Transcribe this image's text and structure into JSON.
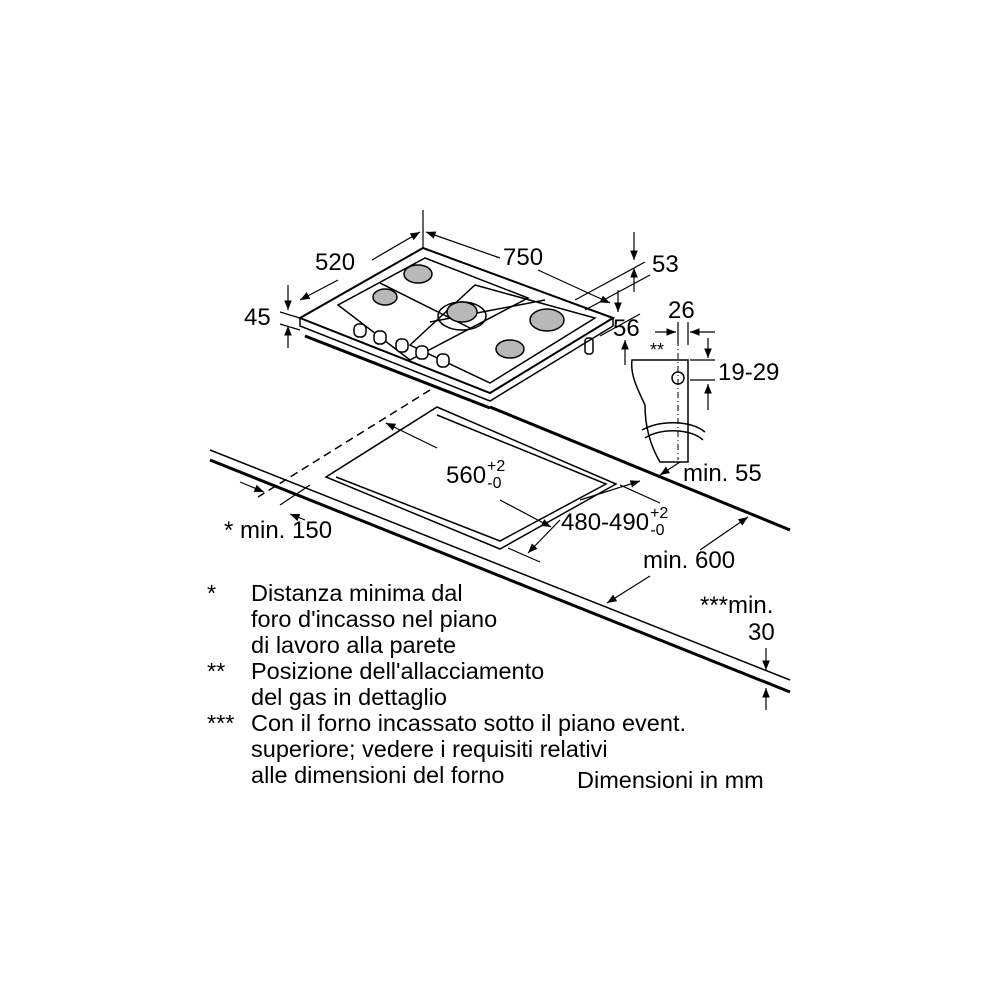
{
  "dimensions": {
    "depth": "520",
    "width": "750",
    "height": "45",
    "gas_offset_top": "53",
    "gas_offset_side": "56",
    "gas_detail_width": "26",
    "gas_detail_height": "19-29",
    "gas_detail_marker": "**",
    "cutout_width": "560",
    "cutout_width_tol_plus": "+2",
    "cutout_width_tol_minus": "-0",
    "cutout_depth": "480-490",
    "cutout_depth_tol_plus": "+2",
    "cutout_depth_tol_minus": "-0",
    "min_back": "min. 55",
    "min_wall": "* min. 150",
    "min_counter_depth": "min. 600",
    "min_oven_line1": "***min.",
    "min_oven_line2": "30"
  },
  "notes": [
    {
      "mark": "*",
      "lines": [
        "Distanza minima dal",
        "foro d'incasso nel piano",
        "di lavoro alla parete"
      ]
    },
    {
      "mark": "**",
      "lines": [
        "Posizione dell'allacciamento",
        "del gas in dettaglio"
      ]
    },
    {
      "mark": "***",
      "lines": [
        "Con il forno incassato sotto il piano event.",
        "superiore; vedere i requisiti relativi",
        "alle dimensioni del forno"
      ]
    }
  ],
  "units_label": "Dimensioni in mm",
  "colors": {
    "line": "#000000",
    "burner": "#b8b8b8",
    "background": "#ffffff"
  }
}
